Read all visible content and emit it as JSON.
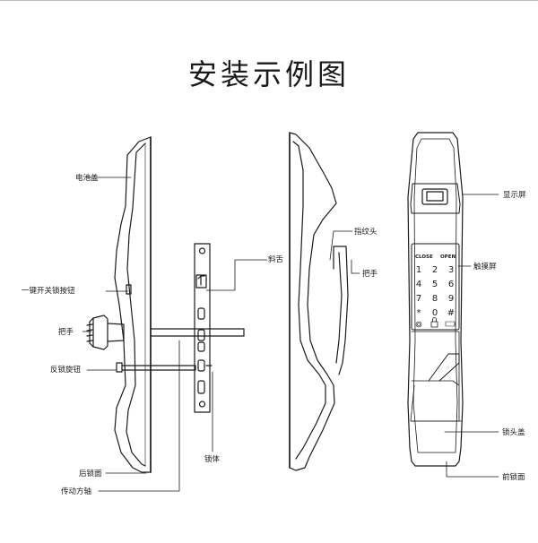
{
  "title": "安装示例图",
  "labels": {
    "battery_cover": "电池盖",
    "one_key_button": "一键开关锁按钮",
    "handle_left": "把手",
    "anti_lock_knob": "反锁旋钮",
    "rear_panel": "后锁面",
    "drive_shaft": "传动方轴",
    "latch_bolt": "斜舌",
    "lock_body": "锁体",
    "fingerprint_head": "指纹头",
    "handle_mid": "把手",
    "display": "显示屏",
    "touchscreen": "触摸屏",
    "lock_cylinder_cover": "锁头盖",
    "front_panel": "前锁面"
  },
  "keypad": {
    "close": "CLOSE",
    "open": "OPEN",
    "keys": [
      "1",
      "2",
      "3",
      "4",
      "5",
      "6",
      "7",
      "8",
      "9",
      "*",
      "0",
      "#"
    ]
  }
}
